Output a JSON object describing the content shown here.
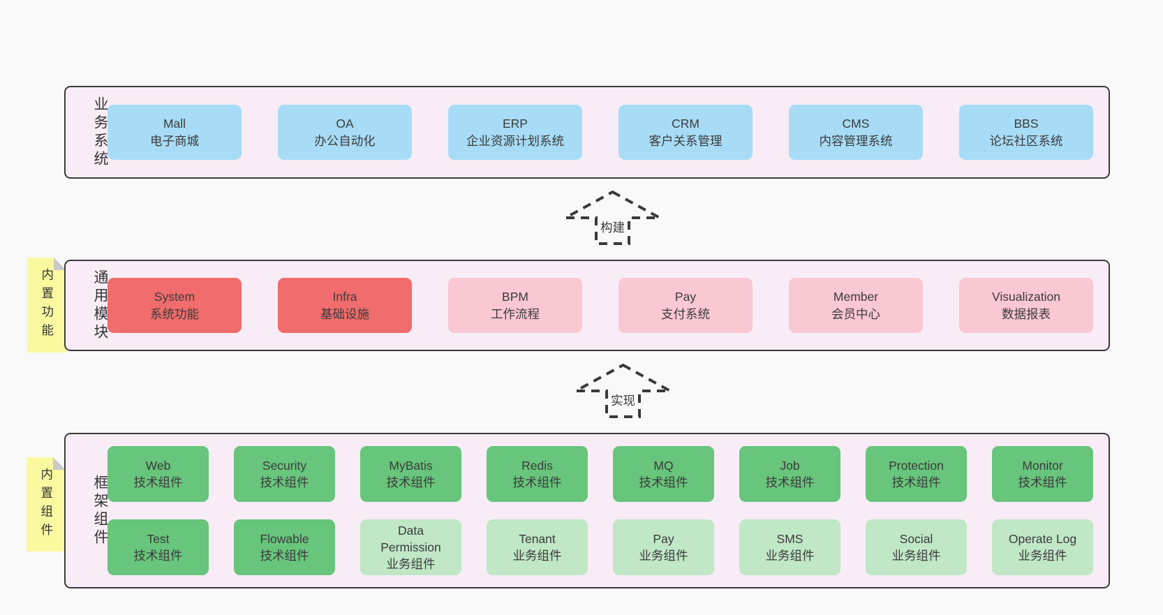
{
  "palette": {
    "page_bg": "#f9f9f9",
    "container_bg": "#f8edf6",
    "container_border": "#3a3a3a",
    "blue_box": "#a8dcf6",
    "red_box": "#f16c6c",
    "pink_box": "#fac8d2",
    "green_box": "#68c57c",
    "light_green_box": "#c0e7c6",
    "note_bg": "#fbf9a0",
    "note_fold": "#c9c9c9",
    "text": "#3b3b3b"
  },
  "arrows": {
    "build": "构建",
    "implement": "实现"
  },
  "sections": {
    "business": {
      "label": "业务系统",
      "items": [
        {
          "name": "Mall",
          "desc": "电子商城"
        },
        {
          "name": "OA",
          "desc": "办公自动化"
        },
        {
          "name": "ERP",
          "desc": "企业资源计划系统"
        },
        {
          "name": "CRM",
          "desc": "客户关系管理"
        },
        {
          "name": "CMS",
          "desc": "内容管理系统"
        },
        {
          "name": "BBS",
          "desc": "论坛社区系统"
        }
      ]
    },
    "modules": {
      "label": "通用模块",
      "note": "内置功能",
      "items": [
        {
          "name": "System",
          "desc": "系统功能"
        },
        {
          "name": "Infra",
          "desc": "基础设施"
        },
        {
          "name": "BPM",
          "desc": "工作流程"
        },
        {
          "name": "Pay",
          "desc": "支付系统"
        },
        {
          "name": "Member",
          "desc": "会员中心"
        },
        {
          "name": "Visualization",
          "desc": "数据报表"
        }
      ]
    },
    "components": {
      "label": "框架组件",
      "note": "内置组件",
      "row1": [
        {
          "name": "Web",
          "desc": "技术组件"
        },
        {
          "name": "Security",
          "desc": "技术组件"
        },
        {
          "name": "MyBatis",
          "desc": "技术组件"
        },
        {
          "name": "Redis",
          "desc": "技术组件"
        },
        {
          "name": "MQ",
          "desc": "技术组件"
        },
        {
          "name": "Job",
          "desc": "技术组件"
        },
        {
          "name": "Protection",
          "desc": "技术组件"
        },
        {
          "name": "Monitor",
          "desc": "技术组件"
        }
      ],
      "row2": [
        {
          "name": "Test",
          "desc": "技术组件"
        },
        {
          "name": "Flowable",
          "desc": "技术组件"
        },
        {
          "name": "Data Permission",
          "desc": "业务组件"
        },
        {
          "name": "Tenant",
          "desc": "业务组件"
        },
        {
          "name": "Pay",
          "desc": "业务组件"
        },
        {
          "name": "SMS",
          "desc": "业务组件"
        },
        {
          "name": "Social",
          "desc": "业务组件"
        },
        {
          "name": "Operate Log",
          "desc": "业务组件"
        }
      ]
    }
  }
}
